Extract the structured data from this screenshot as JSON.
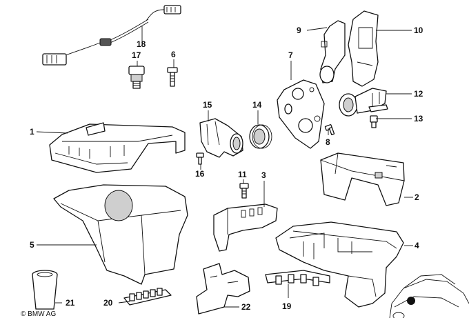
{
  "callouts": {
    "n1": "1",
    "n2": "2",
    "n3": "3",
    "n4": "4",
    "n5": "5",
    "n6": "6",
    "n7": "7",
    "n8": "8",
    "n9": "9",
    "n10": "10",
    "n11": "11",
    "n12": "12",
    "n13": "13",
    "n14": "14",
    "n15": "15",
    "n16": "16",
    "n17": "17",
    "n18": "18",
    "n19": "19",
    "n20": "20",
    "n21": "21",
    "n22": "22"
  },
  "copyright": "© BMW AG"
}
